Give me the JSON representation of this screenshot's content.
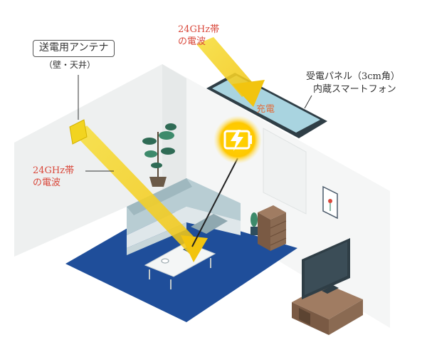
{
  "antenna": {
    "title": "送電用アンテナ",
    "subtitle": "（壁・天井）"
  },
  "beam_top": {
    "line1": "24GHz帯",
    "line2": "の電波"
  },
  "beam_left": {
    "line1": "24GHz帯",
    "line2": "の電波"
  },
  "panel": {
    "line1": "受電パネル（3cm角）",
    "line2": "内蔵スマートフォン"
  },
  "phone": {
    "charge_label": "充電"
  },
  "icons": {
    "battery": "battery-charging-icon"
  },
  "colors": {
    "beam": "#f2d420",
    "accent_red": "#d9483b",
    "rug": "#1f4e9a",
    "wall": "#eef0f0",
    "tv": "#2f3e46",
    "cabinet": "#8a6a52"
  }
}
